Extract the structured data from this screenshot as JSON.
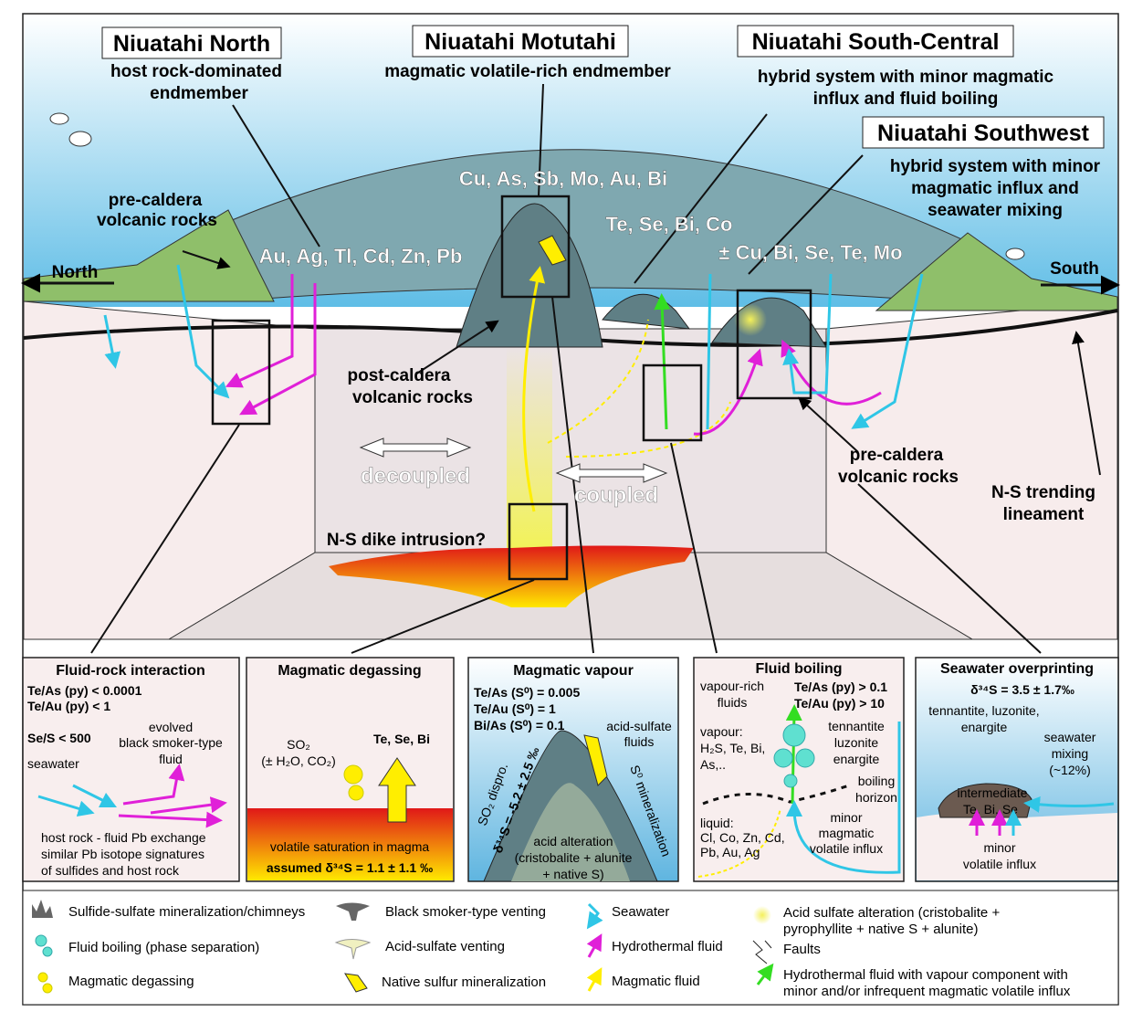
{
  "colors": {
    "sea": "#7cc8e8",
    "rock": "#f7ecec",
    "green": "#8fbf6a",
    "caldera": "#7fa8b0",
    "seawater": "#2fc6e6",
    "hydrothermal": "#e020d8",
    "magmatic": "#ffee00",
    "mixed": "#33dd22",
    "magma": "#e8241c"
  },
  "sites": {
    "north": {
      "name": "Niuatahi North",
      "desc1": "host rock-dominated",
      "desc2": "endmember",
      "elements": "Au, Ag, Tl, Cd, Zn, Pb"
    },
    "motutahi": {
      "name": "Niuatahi Motutahi",
      "desc1": "magmatic volatile-rich endmember",
      "elements": "Cu, As, Sb, Mo, Au, Bi"
    },
    "south_central": {
      "name": "Niuatahi South-Central",
      "desc1": "hybrid system with minor magmatic",
      "desc2": "influx and fluid boiling",
      "elements": "Te, Se, Bi, Co"
    },
    "southwest": {
      "name": "Niuatahi Southwest",
      "desc1": "hybrid system with minor",
      "desc2": "magmatic influx and",
      "desc3": "seawater mixing",
      "elements": "± Cu, Bi, Se, Te, Mo"
    }
  },
  "labels": {
    "pre_caldera_1a": "pre-caldera",
    "pre_caldera_1b": "volcanic rocks",
    "north": "North",
    "south": "South",
    "post_caldera_a": "post-caldera",
    "post_caldera_b": "volcanic rocks",
    "decoupled": "decoupled",
    "coupled": "coupled",
    "dike": "N-S dike intrusion?",
    "pre_caldera_2a": "pre-caldera",
    "pre_caldera_2b": "volcanic rocks",
    "lineament_a": "N-S trending",
    "lineament_b": "lineament"
  },
  "panels": {
    "fluid_rock": {
      "title": "Fluid-rock interaction",
      "r1": "Te/As (py) < 0.0001",
      "r2": "Te/Au (py) < 1",
      "r3": "Se/S < 500",
      "evolved1": "evolved",
      "evolved2": "black smoker-type",
      "evolved3": "fluid",
      "seawater": "seawater",
      "n1": "host rock - fluid Pb exchange",
      "n2": "similar Pb isotope signatures",
      "n3": "of sulfides and host rock"
    },
    "degassing": {
      "title": "Magmatic degassing",
      "so2": "SO₂",
      "so2b": "(± H₂O, CO₂)",
      "elements": "Te, Se, Bi",
      "sat": "volatile saturation in magma",
      "assumed": "assumed δ³⁴S = 1.1 ± 1.1 ‰"
    },
    "vapour": {
      "title": "Magmatic vapour",
      "r1": "Te/As (S⁰) = 0.005",
      "r2": "Te/Au (S⁰) = 1",
      "r3": "Bi/As (S⁰) = 0.1",
      "acid1": "acid-sulfate",
      "acid2": "fluids",
      "dispro1": "SO₂ dispro.",
      "dispro2": "δ³⁴S = -5.2 ± 2.5 ‰",
      "s0": "S⁰ mineralization",
      "alt1": "acid alteration",
      "alt2": "(cristobalite + alunite",
      "alt3": "+ native S)"
    },
    "boiling": {
      "title": "Fluid boiling",
      "vr1": "vapour-rich",
      "vr2": "fluids",
      "r1": "Te/As (py) > 0.1",
      "r2": "Te/Au (py) > 10",
      "vap1": "vapour:",
      "vap2": "H₂S, Te, Bi,",
      "vap3": "As,..",
      "min1": "tennantite",
      "min2": "luzonite",
      "min3": "enargite",
      "bh1": "boiling",
      "bh2": "horizon",
      "liq1": "liquid:",
      "liq2": "Cl, Co, Zn, Cd,",
      "liq3": "Pb, Au, Ag",
      "mm1": "minor",
      "mm2": "magmatic",
      "mm3": "volatile influx"
    },
    "seawater": {
      "title": "Seawater overprinting",
      "d34": "δ³⁴S = 3.5 ± 1.7‰",
      "min1": "tennantite, luzonite,",
      "min2": "enargite",
      "mix1": "seawater",
      "mix2": "mixing",
      "mix3": "(~12%)",
      "int1": "intermediate",
      "int2": "Te, Bi, Se",
      "mv1": "minor",
      "mv2": "volatile influx"
    }
  },
  "legend": [
    {
      "icon": "chimney-icon",
      "label": "Sulfide-sulfate mineralization/chimneys"
    },
    {
      "icon": "black-smoker-icon",
      "label": "Black smoker-type venting"
    },
    {
      "icon": "seawater-arrow-icon",
      "label": "Seawater"
    },
    {
      "icon": "acid-sulfate-alteration-icon",
      "label": "Acid sulfate alteration (cristobalite +",
      "label2": "pyrophyllite + native S + alunite)"
    },
    {
      "icon": "boiling-bubbles-icon",
      "label": "Fluid boiling (phase separation)"
    },
    {
      "icon": "acid-sulfate-venting-icon",
      "label": "Acid-sulfate venting"
    },
    {
      "icon": "hydrothermal-arrow-icon",
      "label": "Hydrothermal fluid"
    },
    {
      "icon": "faults-icon",
      "label": "Faults"
    },
    {
      "icon": "degassing-bubbles-icon",
      "label": "Magmatic degassing"
    },
    {
      "icon": "native-sulfur-icon",
      "label": "Native sulfur mineralization"
    },
    {
      "icon": "magmatic-arrow-icon",
      "label": "Magmatic fluid"
    },
    {
      "icon": "mixed-arrow-icon",
      "label": "Hydrothermal fluid with vapour component with",
      "label2": "minor and/or infrequent magmatic volatile influx"
    }
  ]
}
